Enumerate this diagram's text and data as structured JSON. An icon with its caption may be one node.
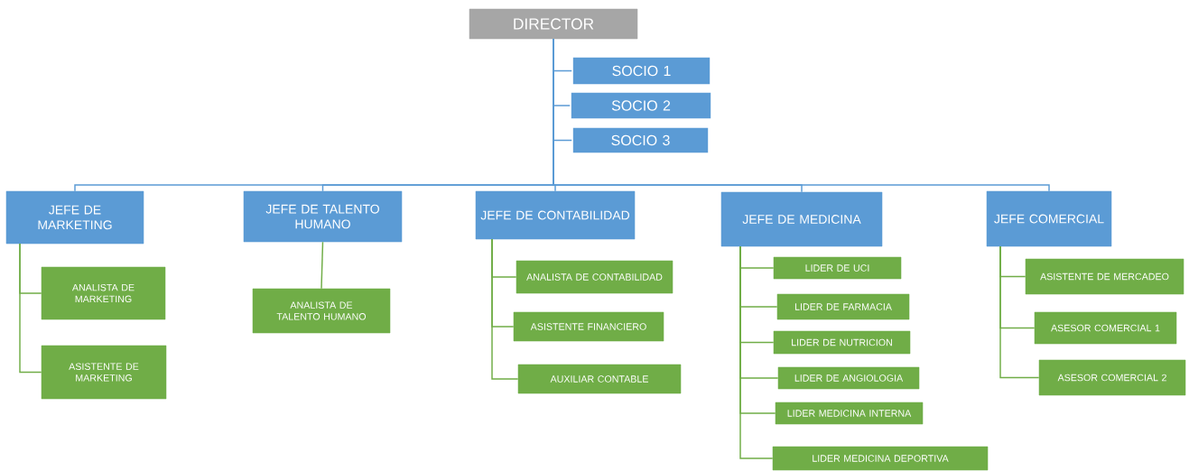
{
  "diagram": {
    "nodes": [
      {
        "text": [
          "DIRECTOR"
        ]
      },
      {
        "text": [
          "SOCIO 1"
        ]
      },
      {
        "text": [
          "SOCIO 2"
        ]
      },
      {
        "text": [
          "SOCIO 3"
        ]
      },
      {
        "text": [
          "JEFE DE MARKETING"
        ]
      },
      {
        "text": [
          "JEFE DE TALENTO HUMANO"
        ]
      },
      {
        "text": [
          "JEFE DE CONTABILIDAD"
        ]
      },
      {
        "text": [
          "JEFE DE MEDICINA"
        ]
      },
      {
        "text": [
          "JEFE COMERCIAL"
        ]
      },
      {
        "text": [
          "ANALISTA DE MARKETING"
        ]
      },
      {
        "text": [
          "ASISTENTE DE MARKETING"
        ]
      },
      {
        "text": [
          "ANALISTA DE TALENTO HUMANO"
        ]
      },
      {
        "text": [
          "ANALISTA DE CONTABILIDAD"
        ]
      },
      {
        "text": [
          "ASISTENTE FINANCIERO"
        ]
      },
      {
        "text": [
          "AUXILIAR CONTABLE"
        ]
      },
      {
        "text": [
          "LIDER DE UCI"
        ]
      },
      {
        "text": [
          "LIDER DE FARMACIA"
        ]
      },
      {
        "text": [
          "LIDER DE NUTRICION"
        ]
      },
      {
        "text": [
          "LIDER DE ANGIOLOGIA"
        ]
      },
      {
        "text": [
          "LIDER MEDICINA INTERNA"
        ]
      },
      {
        "text": [
          "LIDER MEDICINA DEPORTIVA"
        ]
      },
      {
        "text": [
          "ASISTENTE DE MERCADEO"
        ]
      },
      {
        "text": [
          "ASESOR COMERCIAL 1"
        ]
      },
      {
        "text": [
          "ASESOR COMERCIAL 2"
        ]
      }
    ],
    "edges": [
      {
        "from": 0,
        "to": 1,
        "arrow": "none",
        "color": "#5b9bd5"
      },
      {
        "from": 0,
        "to": 2,
        "arrow": "none",
        "color": "#5b9bd5"
      },
      {
        "from": 0,
        "to": 3,
        "arrow": "none",
        "color": "#5b9bd5"
      },
      {
        "from": 0,
        "to": 4,
        "arrow": "none",
        "color": "#5b9bd5"
      },
      {
        "from": 0,
        "to": 5,
        "arrow": "none",
        "color": "#5b9bd5"
      },
      {
        "from": 0,
        "to": 6,
        "arrow": "none",
        "color": "#5b9bd5"
      },
      {
        "from": 0,
        "to": 7,
        "arrow": "none",
        "color": "#5b9bd5"
      },
      {
        "from": 0,
        "to": 8,
        "arrow": "none",
        "color": "#5b9bd5"
      },
      {
        "from": 4,
        "to": 9,
        "arrow": "none"
      },
      {
        "from": 4,
        "to": 10,
        "arrow": "none"
      },
      {
        "from": 5,
        "to": 11,
        "arrow": "none"
      },
      {
        "from": 6,
        "to": 12,
        "arrow": "none"
      },
      {
        "from": 6,
        "to": 13,
        "arrow": "none"
      },
      {
        "from": 6,
        "to": 14,
        "arrow": "none"
      },
      {
        "from": 7,
        "to": 15,
        "arrow": "none"
      },
      {
        "from": 7,
        "to": 16,
        "arrow": "none"
      },
      {
        "from": 7,
        "to": 17,
        "arrow": "none"
      },
      {
        "from": 7,
        "to": 18,
        "arrow": "none"
      },
      {
        "from": 7,
        "to": 19,
        "arrow": "none"
      },
      {
        "from": 7,
        "to": 20,
        "arrow": "none"
      },
      {
        "from": 8,
        "to": 21,
        "arrow": "none"
      },
      {
        "from": 8,
        "to": 22,
        "arrow": "none"
      },
      {
        "from": 8,
        "to": 23,
        "arrow": "none"
      }
    ]
  }
}
